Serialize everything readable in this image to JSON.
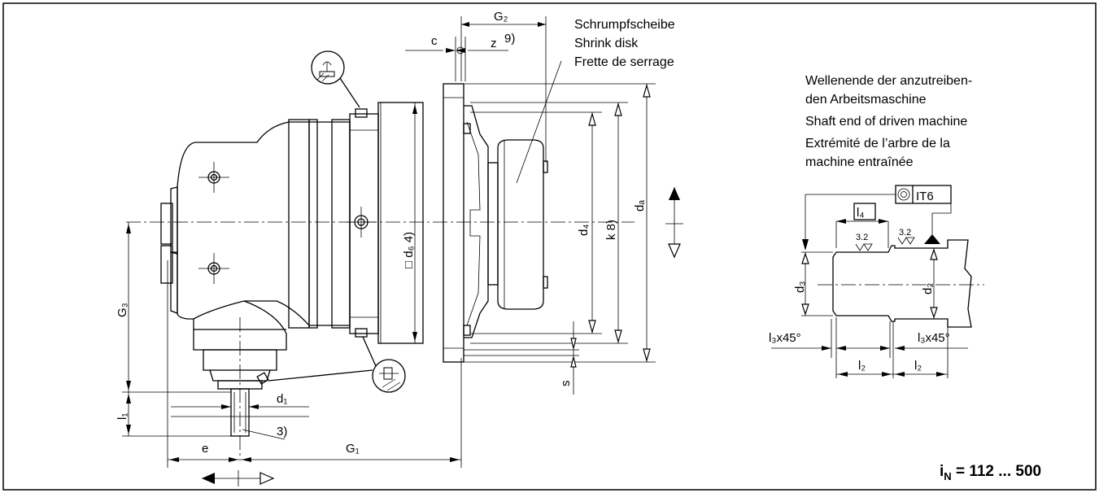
{
  "labels": {
    "shrink_disk_de": "Schrumpfscheibe",
    "shrink_disk_en": "Shrink disk",
    "shrink_disk_fr": "Frette de serrage",
    "shaft_end_de_1": "Wellenende der anzutreiben-",
    "shaft_end_de_2": "den Arbeitsmaschine",
    "shaft_end_en": "Shaft end of driven machine",
    "shaft_end_fr_1": "Extrémité de l’arbre de la",
    "shaft_end_fr_2": "machine entraînée"
  },
  "dimensions": {
    "G2": "G₂",
    "c": "c",
    "z": "z",
    "note9": "9)",
    "d6": "□ d₆ 4)",
    "d4": "d₄",
    "k": "k 8)",
    "da": "dₐ",
    "G3": "G₃",
    "l1": "l₁",
    "d1": "d₁",
    "note3": "3)",
    "e": "e",
    "G1": "G₁",
    "s": "s"
  },
  "shaft_detail": {
    "tolerance": "IT6",
    "l4": "l₄",
    "roughness": "3.2",
    "d3": "d₃",
    "d2": "d₂",
    "chamfer": "l₃x45°",
    "l2": "l₂"
  },
  "ratio": {
    "prefix": "i",
    "sub": "N",
    "value": " = 112 ... 500"
  }
}
